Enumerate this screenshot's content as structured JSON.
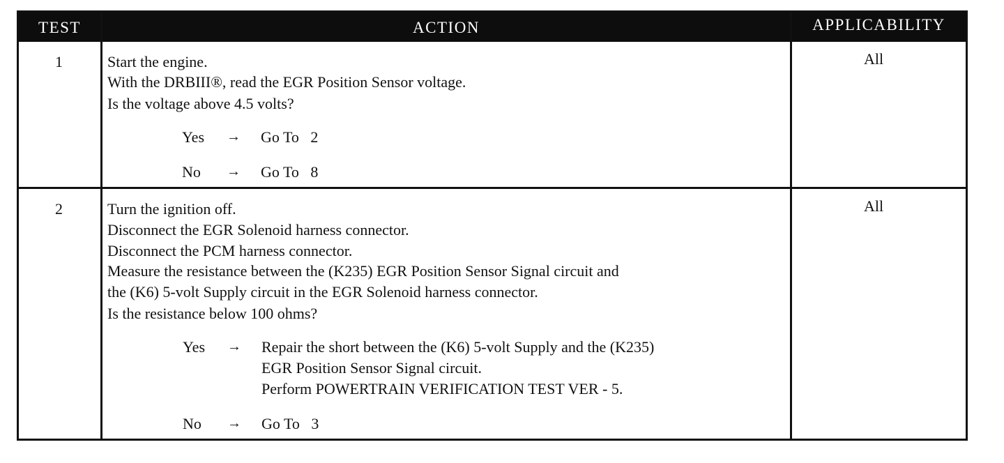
{
  "header": {
    "test": "TEST",
    "action": "ACTION",
    "applicability": "APPLICABILITY"
  },
  "steps": [
    {
      "number": "1",
      "lines": [
        "Start the engine.",
        "With the DRBIII®, read the EGR Position Sensor voltage.",
        "Is the voltage above 4.5 volts?"
      ],
      "yes_label": "Yes",
      "yes_arrow": "→",
      "yes_action": "Go To   2",
      "no_label": "No",
      "no_arrow": "→",
      "no_action": "Go To   8",
      "applicability": "All"
    },
    {
      "number": "2",
      "lines": [
        "Turn the ignition off.",
        "Disconnect the EGR Solenoid harness connector.",
        "Disconnect the PCM harness connector.",
        "Measure the resistance between the (K235) EGR Position Sensor Signal circuit and",
        "the (K6) 5-volt Supply circuit in the EGR Solenoid harness connector.",
        "Is the resistance below 100 ohms?"
      ],
      "yes_label": "Yes",
      "yes_arrow": "→",
      "yes_action_lines": [
        "Repair the short between the (K6) 5-volt Supply and the (K235)",
        "EGR Position Sensor Signal circuit.",
        "Perform POWERTRAIN VERIFICATION TEST VER - 5."
      ],
      "no_label": "No",
      "no_arrow": "→",
      "no_action": "Go To   3",
      "applicability": "All"
    }
  ]
}
